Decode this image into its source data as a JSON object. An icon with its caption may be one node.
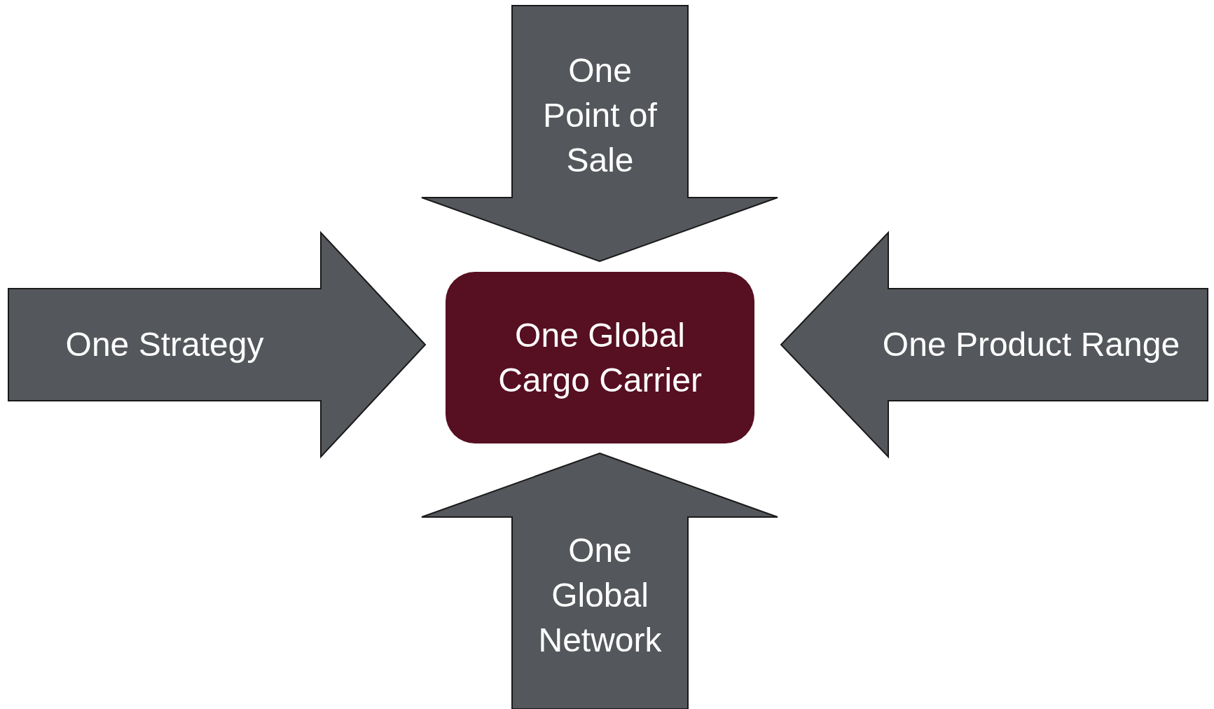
{
  "diagram": {
    "nodes": [
      {
        "text": [
          "One Point of Sale"
        ]
      },
      {
        "text": [
          "One Strategy"
        ]
      },
      {
        "text": [
          "One Global Cargo Carrier"
        ]
      },
      {
        "text": [
          "One Product Range"
        ]
      },
      {
        "text": [
          "One Global Network"
        ]
      }
    ]
  }
}
